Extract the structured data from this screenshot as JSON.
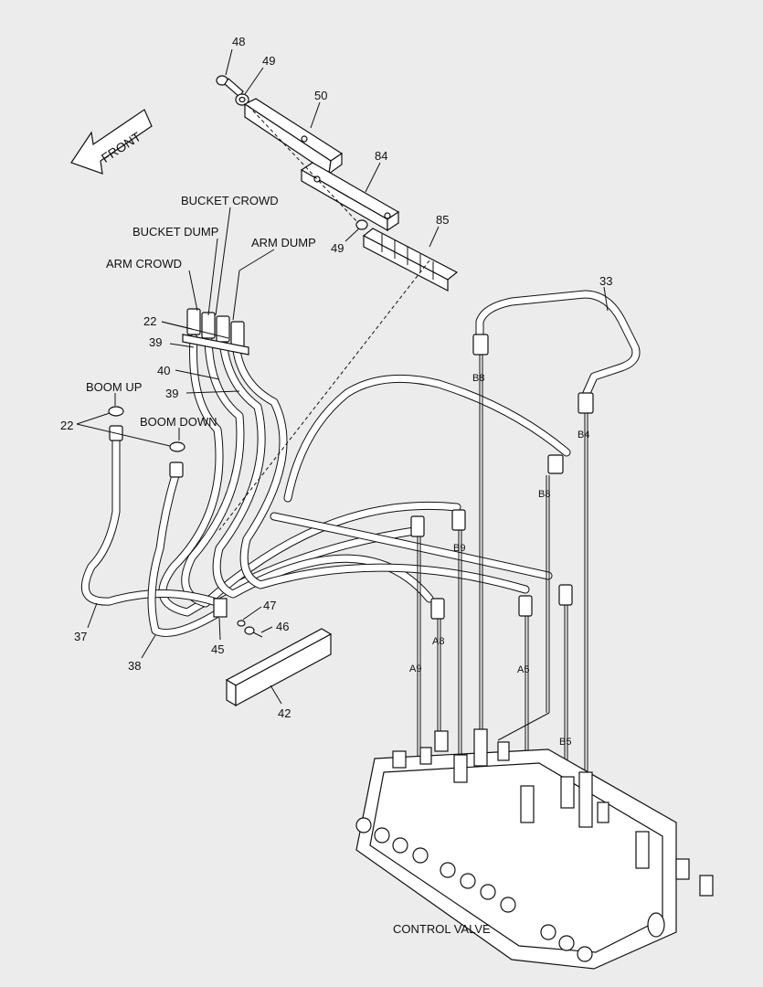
{
  "direction_label": "FRONT",
  "function_labels": {
    "bucket_crowd": "BUCKET CROWD",
    "bucket_dump": "BUCKET DUMP",
    "arm_dump": "ARM DUMP",
    "arm_crowd": "ARM CROWD",
    "boom_up": "BOOM UP",
    "boom_down": "BOOM DOWN",
    "control_valve": "CONTROL VALVE"
  },
  "part_numbers": {
    "p48": "48",
    "p49a": "49",
    "p50": "50",
    "p84": "84",
    "p85": "85",
    "p49b": "49",
    "p33": "33",
    "p22a": "22",
    "p39a": "39",
    "p40": "40",
    "p39b": "39",
    "p22b": "22",
    "p37": "37",
    "p38": "38",
    "p45": "45",
    "p47": "47",
    "p46": "46",
    "p42": "42"
  },
  "port_labels": {
    "b8_top": "B8",
    "b4": "B4",
    "b8_mid": "B8",
    "b9": "B9",
    "a8": "A8",
    "a9": "A9",
    "a5": "A5",
    "b5": "B5"
  }
}
